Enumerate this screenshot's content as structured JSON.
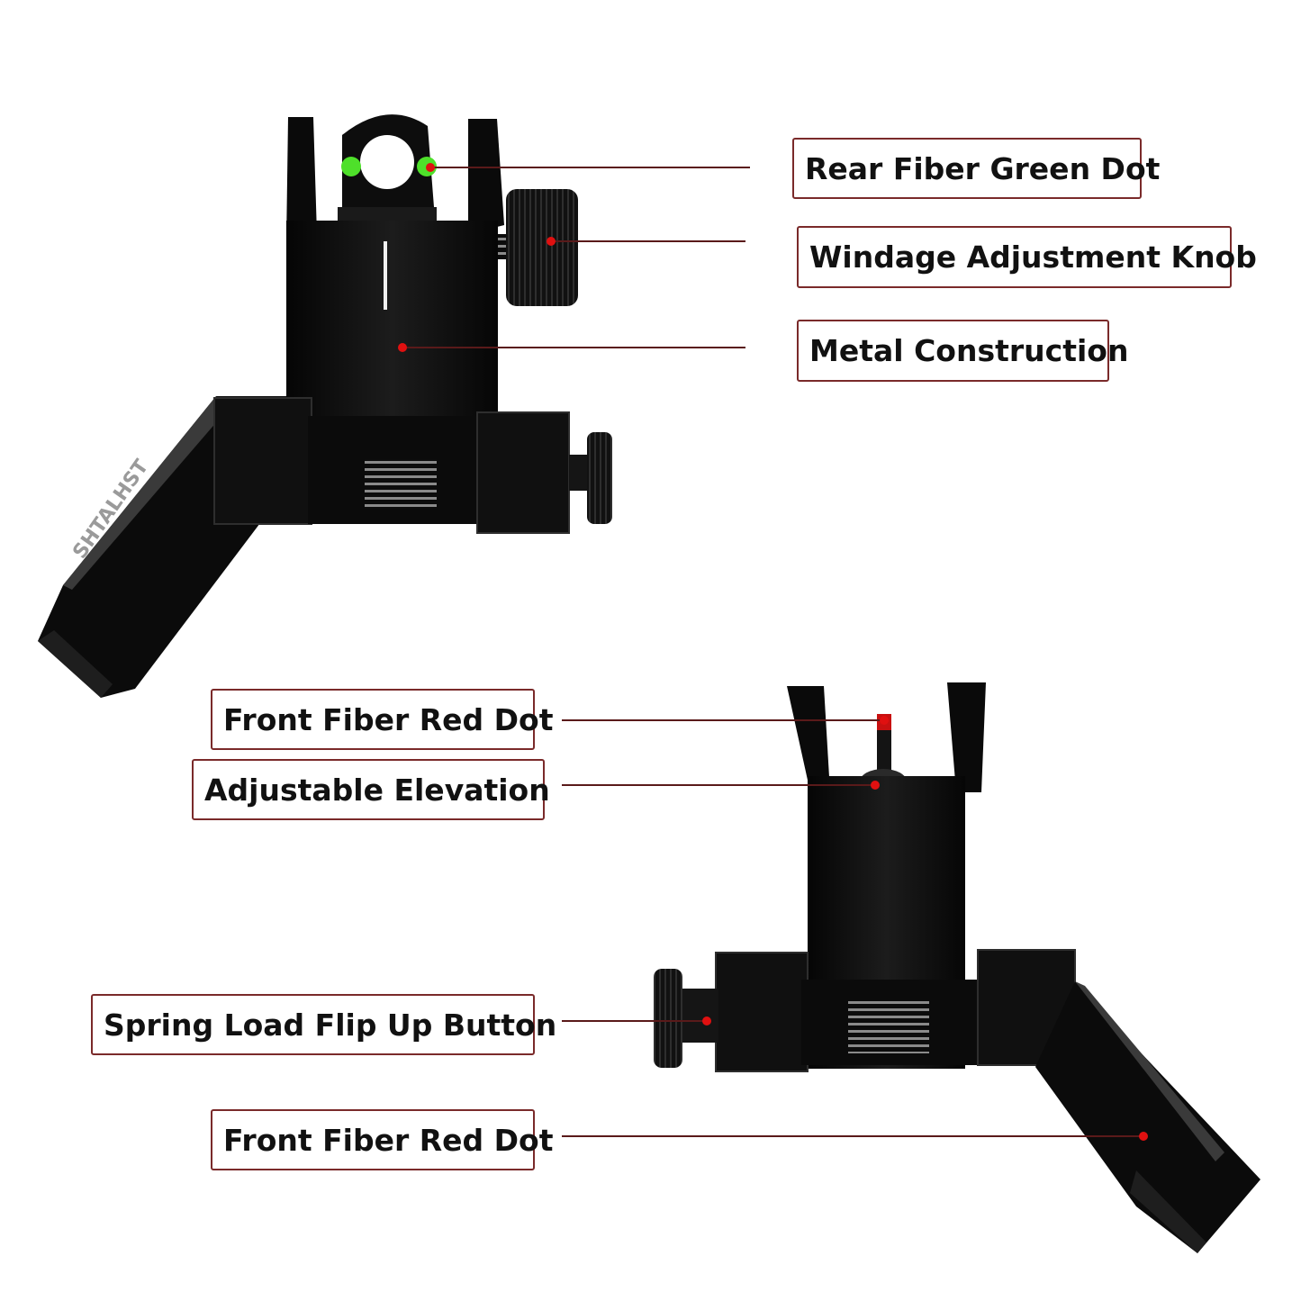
{
  "brand": "SHTALHST",
  "labels": {
    "rear_fiber_green_dot": "Rear Fiber Green Dot",
    "windage_adjustment_knob": "Windage Adjustment Knob",
    "metal_construction": "Metal Construction",
    "front_fiber_red_dot_1": "Front Fiber Red Dot",
    "adjustable_elevation": "Adjustable Elevation",
    "spring_load_flip_up_button": "Spring Load Flip Up Button",
    "front_fiber_red_dot_2": "Front Fiber Red Dot"
  },
  "colors": {
    "leader_line": "#5a1a1a",
    "marker_dot": "#e01010",
    "fiber_green": "#4ee02a",
    "metal": "#121212",
    "metal_highlight": "#3a3a3a",
    "label_border": "#7a2a2a"
  }
}
